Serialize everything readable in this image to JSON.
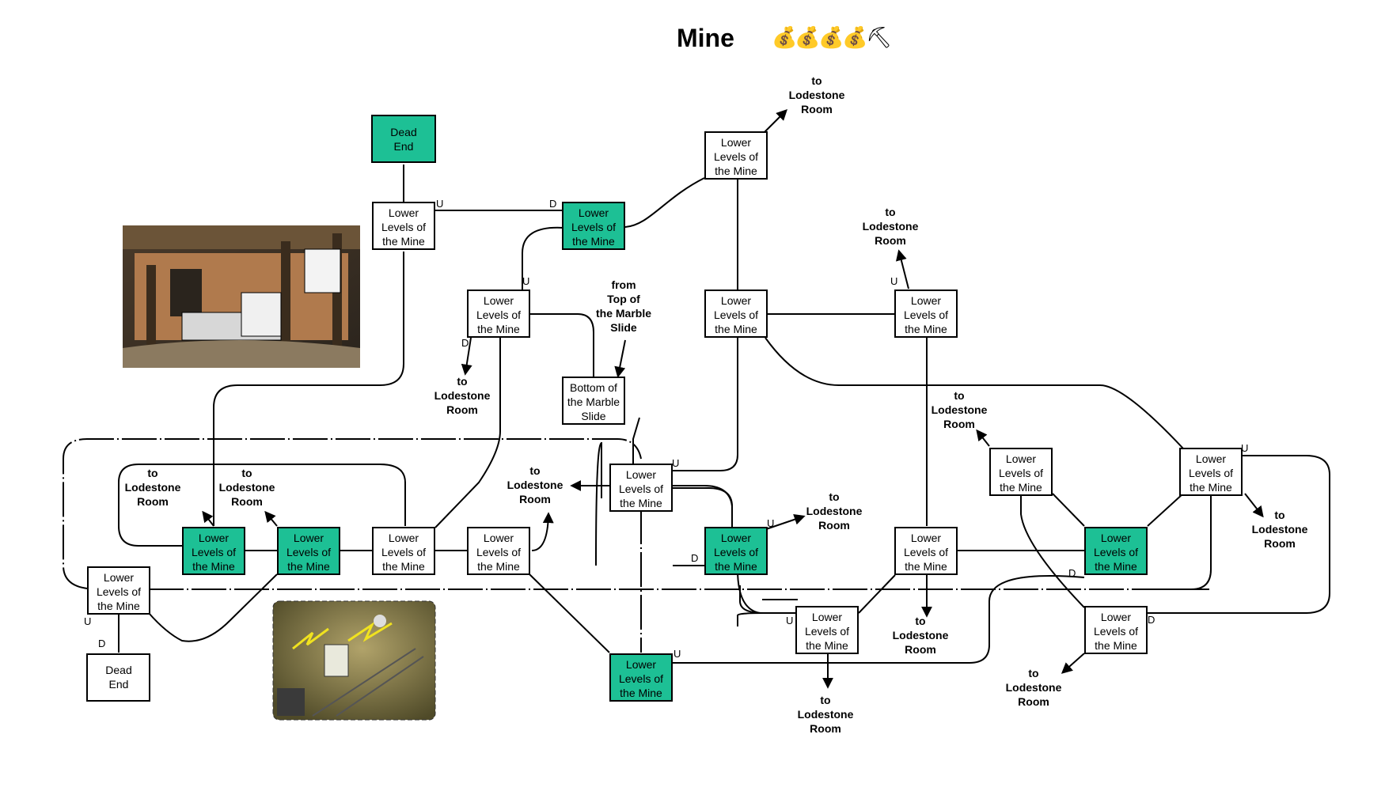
{
  "title": "Mine",
  "title_icons": [
    "money-bag-icon",
    "money-bag-icon",
    "money-bag-icon",
    "money-bag-icon",
    "pickaxe-icon"
  ],
  "colors": {
    "highlight_room": "#1dc095",
    "room": "#ffffff",
    "line": "#000000"
  },
  "room_name": [
    "Lower",
    "Levels of",
    "the Mine"
  ],
  "dead_end": [
    "Dead",
    "End"
  ],
  "marble_slide": [
    "Bottom of",
    "the Marble",
    "Slide"
  ],
  "to_lodestone": [
    "to",
    "Lodestone",
    "Room"
  ],
  "from_marble": [
    "from",
    "Top of",
    "the Marble",
    "Slide"
  ],
  "dir": {
    "up": "U",
    "down": "D"
  }
}
